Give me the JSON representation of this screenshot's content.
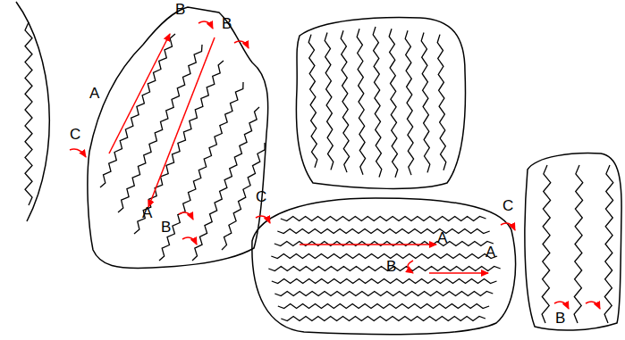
{
  "diagram": {
    "labels": [
      "C",
      "A",
      "B",
      "B",
      "A",
      "B",
      "C",
      "A",
      "B",
      "A",
      "C",
      "B"
    ]
  }
}
